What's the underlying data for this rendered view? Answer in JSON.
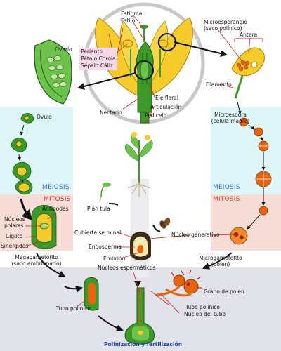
{
  "flower": {
    "stigma": "Estigma",
    "style": "Estilo",
    "ovary": "Ovario",
    "perianth": "Perianto",
    "petal": "Pétalo:Corola",
    "sepal": "Sépalo:Cáliz",
    "nectary": "Nectario",
    "floral_axis": "Eje floral",
    "articulation": "Articulación",
    "pedicel": "Pedicelo"
  },
  "male": {
    "microsporangium": "Microesporangio\n(saco polínico)",
    "anther": "Antera",
    "filament": "Filamento",
    "microspore": "Microespora\n(célula madre)",
    "meiosis": "MEIOSIS",
    "mitosis": "MITOSIS",
    "generative_nucleus": "Núcleo generativo",
    "microgametophyte": "Microgametofito\n(polen)",
    "pollen_grain": "Grano de polen",
    "pollen_tube": "Tubo polínico",
    "tube_nucleus": "Núcleo del tubo"
  },
  "female": {
    "ovule": "Ovulo",
    "meiosis": "MEIOSIS",
    "mitosis": "MITOSIS",
    "antipodals": "Antipodas",
    "polar_nuclei": "Núcleos\npolares",
    "zygote": "Cigoto",
    "synergids": "Sinérgidas",
    "megagametophyte": "Megagametófito\n(saco embrionario)"
  },
  "seed": {
    "seedling": "Plán tula",
    "seed_coat": "Cubierta se minal",
    "endosperm": "Endosperma",
    "embryo": "Embrión"
  },
  "fertilization": {
    "sperm_nuclei": "Núcleos espermáticos",
    "pollen_tube": "Tubo polínico",
    "title": "Polinización y fertilización"
  },
  "colors": {
    "cyan_band": "#dff6f8",
    "pink_band": "#f8dcd6",
    "gray_band": "#e2e2ea",
    "petal": "#f6cc2c",
    "green": "#3c9a2a",
    "orange": "#e8650f",
    "meiosis_text": "#2f6dc2",
    "mitosis_text": "#d23a2a"
  }
}
